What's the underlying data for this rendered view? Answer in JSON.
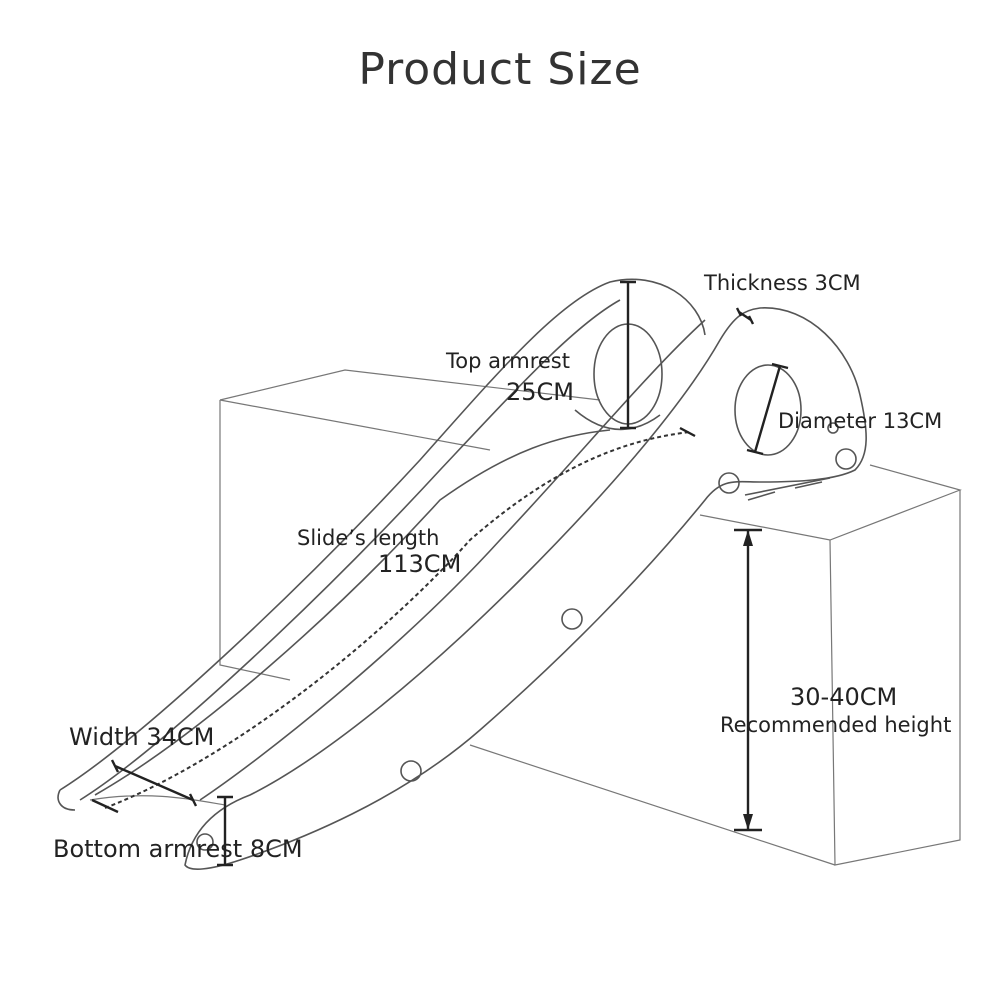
{
  "title": "Product Size",
  "labels": {
    "thickness": "Thickness 3CM",
    "top_armrest_label": "Top armrest",
    "top_armrest_value": "25CM",
    "diameter": "Diameter 13CM",
    "slide_length_label": "Slide’s length",
    "slide_length_value": "113CM",
    "height_value": "30-40CM",
    "height_label": "Recommended height",
    "width": "Width 34CM",
    "bottom_armrest": "Bottom armrest 8CM"
  },
  "colors": {
    "background": "#ffffff",
    "line": "#555555",
    "text": "#222222"
  }
}
